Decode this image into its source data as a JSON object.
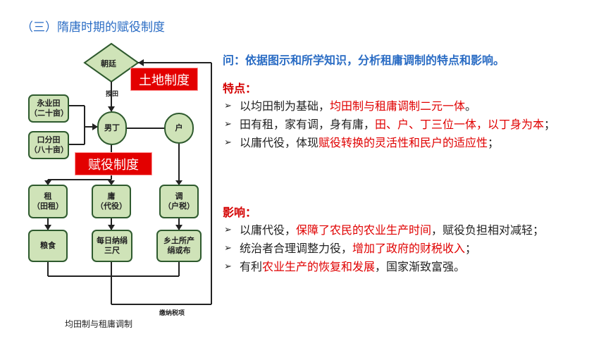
{
  "title": "（三）隋唐时期的赋役制度",
  "diagram": {
    "court": "朝廷",
    "land_label": "土地制度",
    "tax_label": "赋役制度",
    "grant": "授田",
    "yongye_1": "永业田",
    "yongye_2": "（二十亩）",
    "koufen_1": "口分田",
    "koufen_2": "（八十亩）",
    "ding": "男丁",
    "hu": "户",
    "zu_1": "租",
    "zu_2": "（田租）",
    "yong_1": "庸",
    "yong_2": "（代役）",
    "diao_1": "调",
    "diao_2": "（户税）",
    "grain": "粮食",
    "silk_1": "每日纳绢",
    "silk_2": "三尺",
    "local_1": "乡土所产",
    "local_2": "绢或布",
    "pay": "缴纳税项",
    "caption": "均田制与租庸调制"
  },
  "question": "问：依据图示和所学知识，分析租庸调制的特点和影响。",
  "features": {
    "heading": "特点：",
    "items": [
      {
        "a": "以均田制为基础，",
        "b": "均田制与租庸调制二元一体",
        "c": "。"
      },
      {
        "a": "田有租，家有调，身有庸，",
        "b": "田、户、丁三位一体，以丁身为本",
        "c": "；"
      },
      {
        "a": "以庸代役，体现",
        "b": "赋役转换的灵活性和民户的适应性",
        "c": "；"
      }
    ]
  },
  "effects": {
    "heading": "影响：",
    "items": [
      {
        "a": "以庸代役，",
        "b": "保障了农民的农业生产时间",
        "c": "，赋役负担相对减轻；"
      },
      {
        "a": "统治者合理调整力役，",
        "b": "增加了政府的财税收入",
        "c": "；"
      },
      {
        "a": "有利",
        "b": "农业生产的恢复和发展",
        "c": "，国家渐致富强。"
      }
    ]
  },
  "bullet": "➢",
  "colors": {
    "title": "#2a6cc4",
    "highlight": "#e00000",
    "heading": "#d40000",
    "box_fill": "#cfe3b8",
    "box_border": "#2e5a2e"
  }
}
